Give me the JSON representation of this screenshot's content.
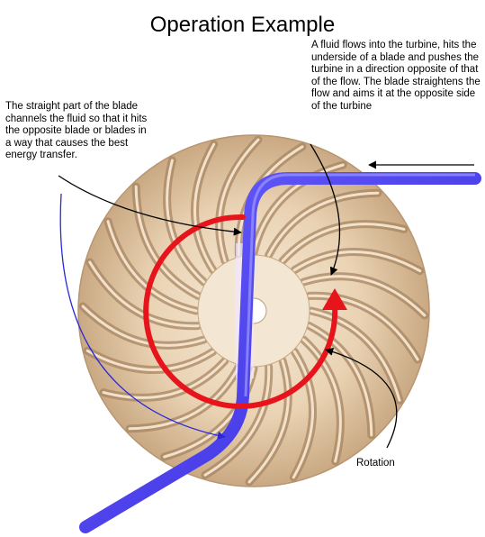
{
  "title": "Operation Example",
  "annotations": {
    "flow_into_turbine": "A fluid flows into the turbine, hits the underside of a blade and pushes the turbine in a direction opposite of that of the flow.  The blade straightens the flow and aims it at the opposite side of the turbine",
    "straight_part": "The straight part of the blade channels the fluid so that it hits the opposite blade or blades in a way that causes the best energy transfer.",
    "rotation": "Rotation"
  },
  "colors": {
    "flow_pipe": "#4a3ef0",
    "rotation_arrow": "#e8141c",
    "blade_light": "#f2e2cc",
    "blade_dark": "#a88662",
    "annotation_blue_arrow": "#2a2ad8",
    "annotation_black_arrow": "#000000"
  },
  "diagram": {
    "blade_count": 24
  }
}
